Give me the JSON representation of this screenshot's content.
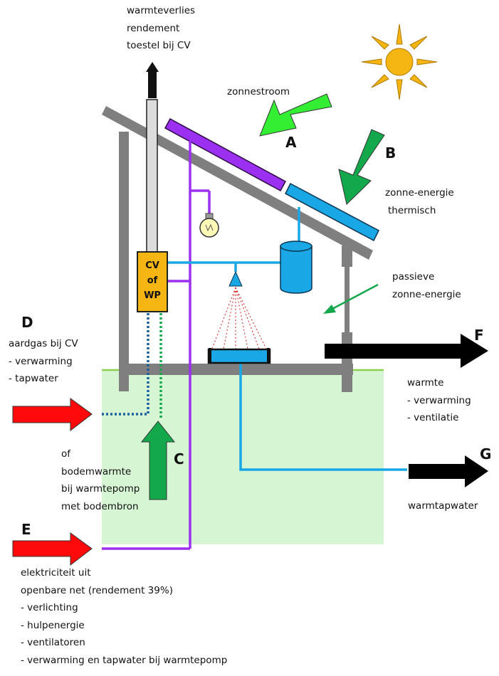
{
  "labels": {
    "top_exhaust": [
      "warmteverlies",
      "rendement",
      "toestel bij CV"
    ],
    "zonnestroom": "zonnestroom",
    "zonne_thermisch": [
      "zonne-energie",
      "thermisch"
    ],
    "passieve": [
      "passieve",
      "zonne-energie"
    ],
    "aardgas": [
      "aardgas bij CV",
      "- verwarming",
      "- tapwater"
    ],
    "bodemwarmte": [
      "of",
      "bodemwarmte",
      "bij warmtepomp",
      "met bodembron"
    ],
    "warmte": [
      "warmte",
      "- verwarming",
      "- ventilatie"
    ],
    "warmtapwater": "warmtapwater",
    "elektriciteit": [
      "elektriciteit uit",
      "openbare net  (rendement 39%)",
      "- verlichting",
      "- hulpenergie",
      "- ventilatoren",
      "- verwarming en tapwater bij warmtepomp"
    ]
  },
  "letters": {
    "A": "A",
    "B": "B",
    "C": "C",
    "D": "D",
    "E": "E",
    "F": "F",
    "G": "G"
  },
  "boiler": [
    "CV",
    "of",
    "WP"
  ],
  "colors": {
    "frame": "#7f7f7f",
    "chimney": "#dcdcdc",
    "pv": "#9b30f0",
    "thermal": "#1aa7e6",
    "boiler": "#f5b614",
    "ground": "#d6f5d2",
    "grass": "#8cd14f",
    "arrow_light_green": "#33ee33",
    "arrow_dark_green": "#14a84c",
    "arrow_red": "#ff0a0a",
    "arrow_black": "#000000",
    "sun": "#f5b614"
  }
}
